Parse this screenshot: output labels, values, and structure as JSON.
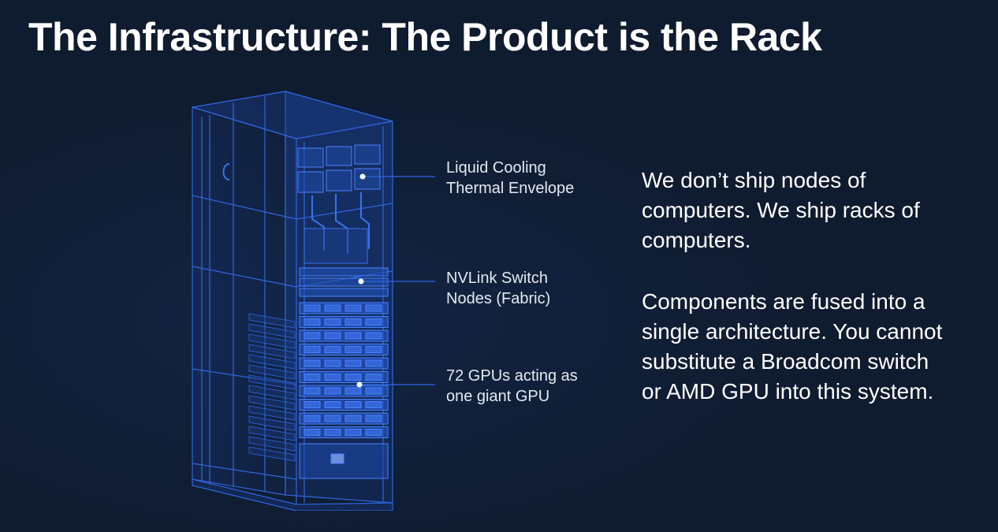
{
  "title": "The Infrastructure: The Product is the Rack",
  "callouts": [
    {
      "line1": "Liquid Cooling",
      "line2": "Thermal Envelope"
    },
    {
      "line1": "NVLink Switch",
      "line2": "Nodes (Fabric)"
    },
    {
      "line1": "72 GPUs acting as",
      "line2": "one giant GPU"
    }
  ],
  "paragraphs": [
    {
      "lines": [
        "We don’t ship nodes of",
        "computers. We ship racks of",
        "computers."
      ]
    },
    {
      "lines": [
        "Components are fused into a",
        "single architecture. You cannot",
        "substitute a Broadcom switch",
        "or AMD GPU into this system."
      ]
    }
  ],
  "colors": {
    "background": "#0f1b2e",
    "wireframe": "#2f66e0",
    "leader_line": "#2f66e0",
    "marker": "#ffffff"
  }
}
